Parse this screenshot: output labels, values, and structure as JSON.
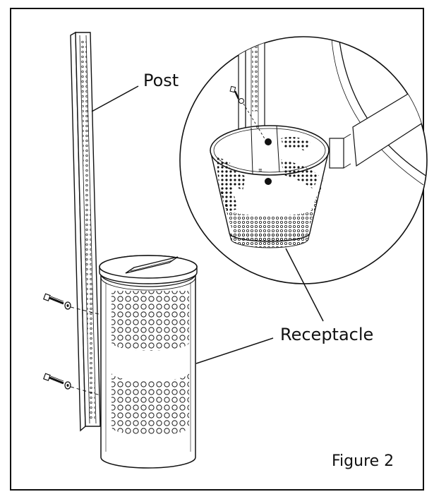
{
  "labels": {
    "post": "Post",
    "receptacle": "Receptacle",
    "figure": "Figure 2"
  },
  "colors": {
    "ink": "#111111",
    "paper": "#ffffff"
  },
  "icons": {
    "post": "perforated-channel-post",
    "receptacle": "perforated-cylindrical-receptacle",
    "bolt": "bolt-with-washer",
    "detail": "circular-magnified-detail"
  }
}
